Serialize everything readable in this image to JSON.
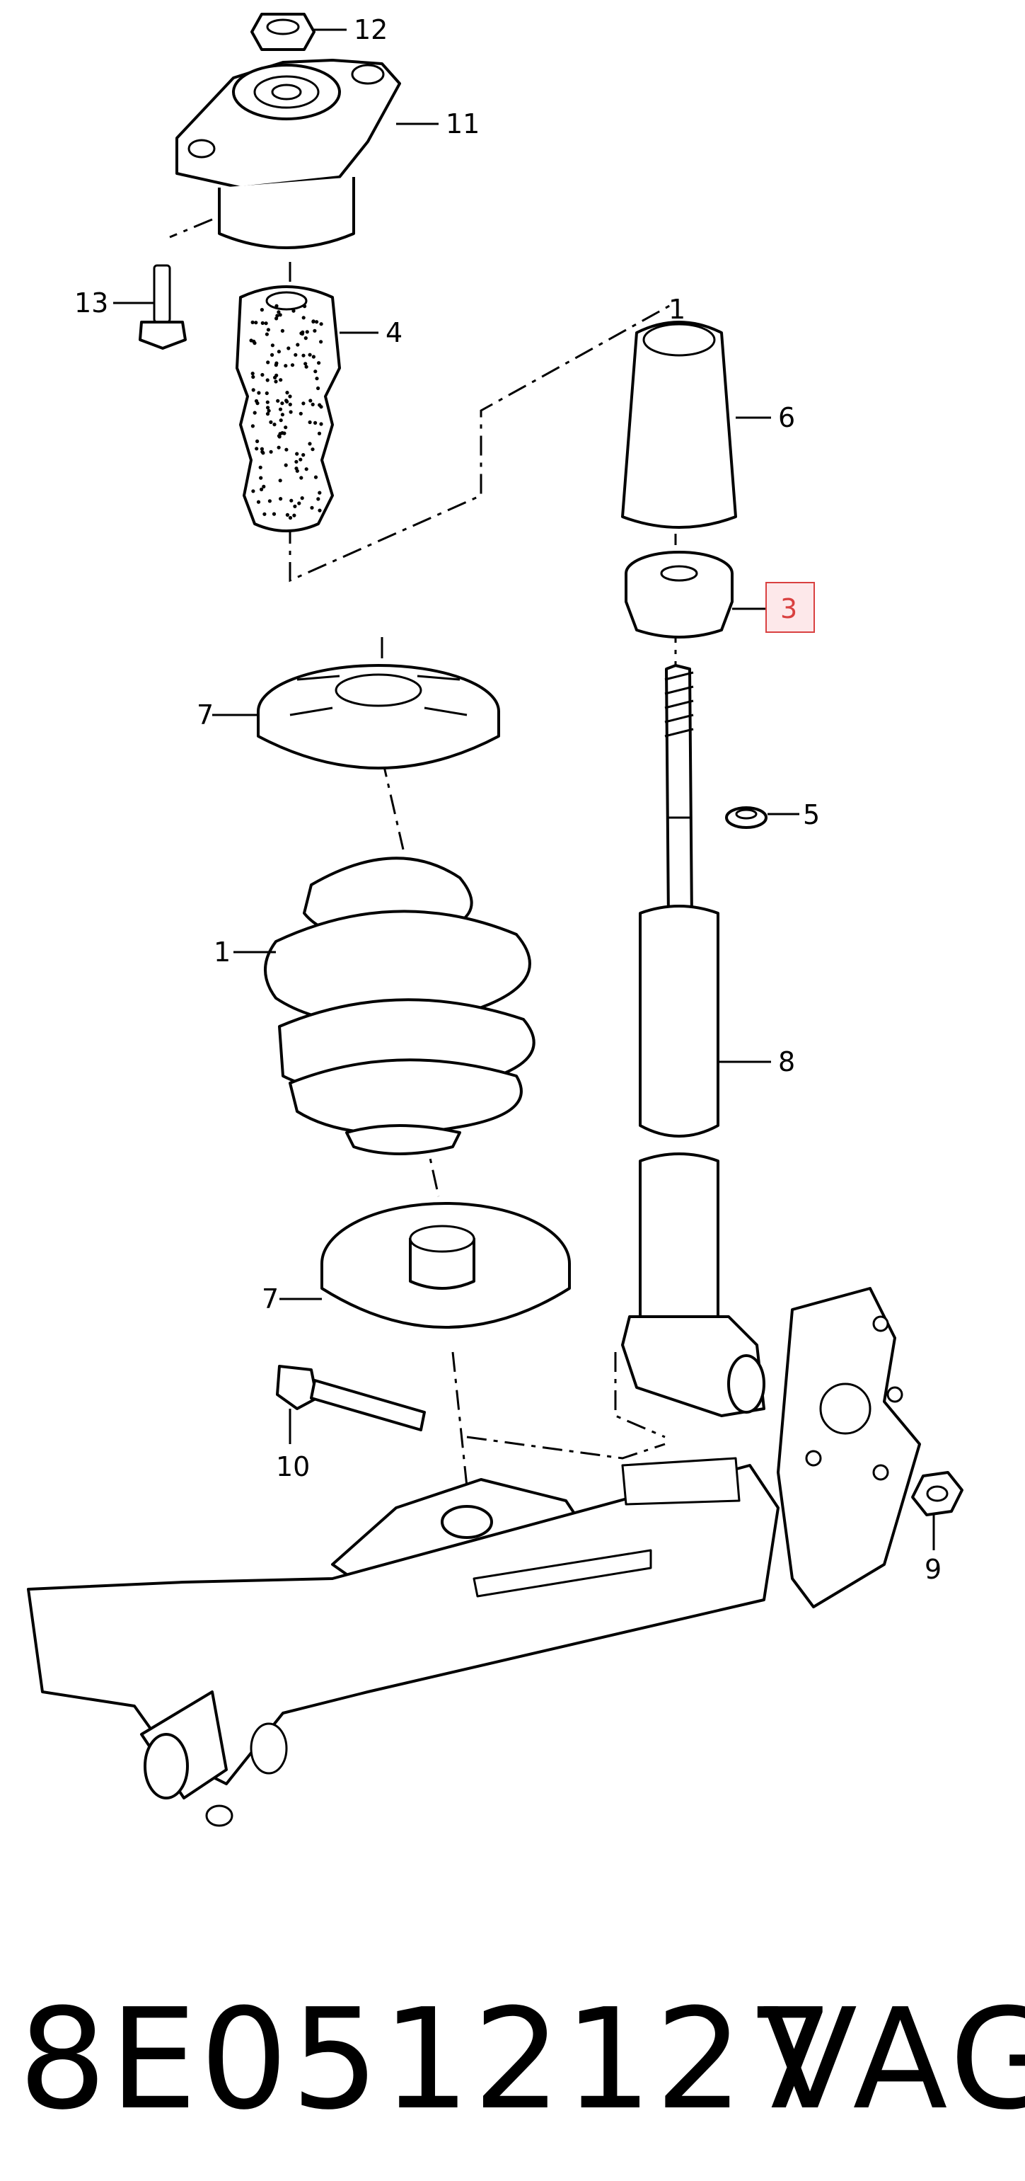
{
  "callouts": {
    "c1a": "1",
    "c1b": "1",
    "c3": "3",
    "c4": "4",
    "c5": "5",
    "c6": "6",
    "c7a": "7",
    "c7b": "7",
    "c8": "8",
    "c9": "9",
    "c10": "10",
    "c11": "11",
    "c12": "12",
    "c13": "13"
  },
  "highlight": {
    "callout": "3",
    "color": "#d94040",
    "box_fill": "#fde8ea"
  },
  "footer": {
    "part_number": "8E0512127",
    "brand": "VAG"
  }
}
